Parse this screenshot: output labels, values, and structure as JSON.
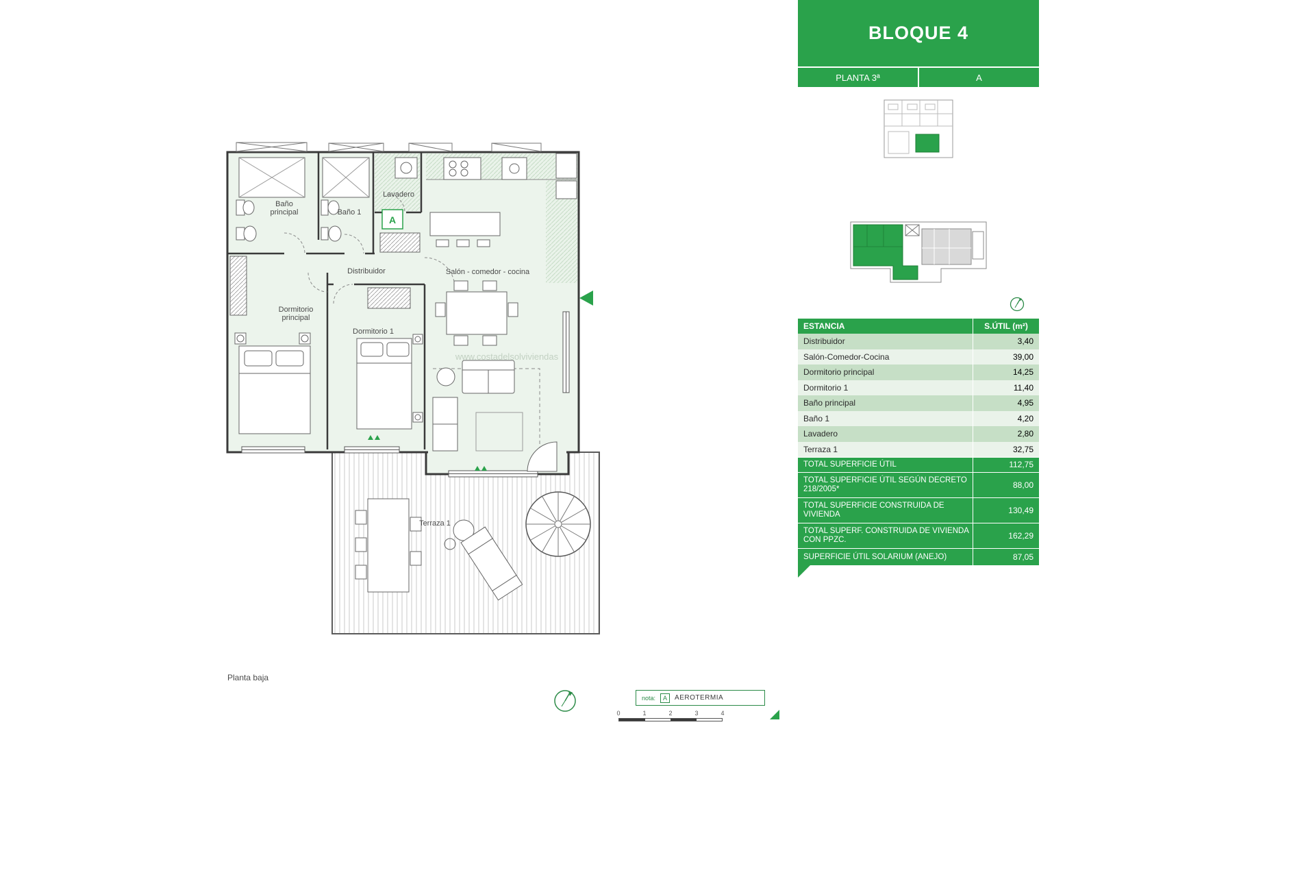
{
  "panel": {
    "title": "BLOQUE 4",
    "floor": "PLANTA 3ª",
    "unit": "A",
    "table": {
      "col_estancia": "ESTANCIA",
      "col_sutil": "S.ÚTIL (m²)",
      "rows": [
        {
          "label": "Distribuidor",
          "value": "3,40"
        },
        {
          "label": "Salón-Comedor-Cocina",
          "value": "39,00"
        },
        {
          "label": "Dormitorio principal",
          "value": "14,25"
        },
        {
          "label": "Dormitorio 1",
          "value": "11,40"
        },
        {
          "label": "Baño principal",
          "value": "4,95"
        },
        {
          "label": "Baño 1",
          "value": "4,20"
        },
        {
          "label": "Lavadero",
          "value": "2,80"
        },
        {
          "label": "Terraza 1",
          "value": "32,75"
        }
      ],
      "totals": [
        {
          "label": "TOTAL SUPERFICIE ÚTIL",
          "value": "112,75"
        },
        {
          "label": "TOTAL SUPERFICIE ÚTIL SEGÚN DECRETO 218/2005*",
          "value": "88,00"
        },
        {
          "label": "TOTAL SUPERFICIE CONSTRUIDA DE VIVIENDA",
          "value": "130,49"
        },
        {
          "label": "TOTAL SUPERF. CONSTRUIDA DE VIVIENDA CON PPZC.",
          "value": "162,29"
        },
        {
          "label": "SUPERFICIE ÚTIL SOLARIUM (ANEJO)",
          "value": "87,05"
        }
      ]
    }
  },
  "plan": {
    "rooms": {
      "bano_principal_l1": "Baño",
      "bano_principal_l2": "principal",
      "bano_1": "Baño 1",
      "lavadero": "Lavadero",
      "distribuidor": "Distribuidor",
      "salon": "Salón - comedor - cocina",
      "dorm_ppal_l1": "Dormitorio",
      "dorm_ppal_l2": "principal",
      "dormitorio_1": "Dormitorio 1",
      "terraza_1": "Terraza 1"
    },
    "marker_a": "A",
    "watermark": "www.costadelsolviviendas"
  },
  "footer": {
    "caption": "Planta baja",
    "nota_label": "nota:",
    "nota_marker": "A",
    "nota_text": "AEROTERMIA",
    "ticks": [
      "0",
      "1",
      "2",
      "3",
      "4"
    ]
  },
  "colors": {
    "green": "#2aa24b",
    "row_medium": "#c6dfc6",
    "row_light": "#eaf3ea"
  }
}
